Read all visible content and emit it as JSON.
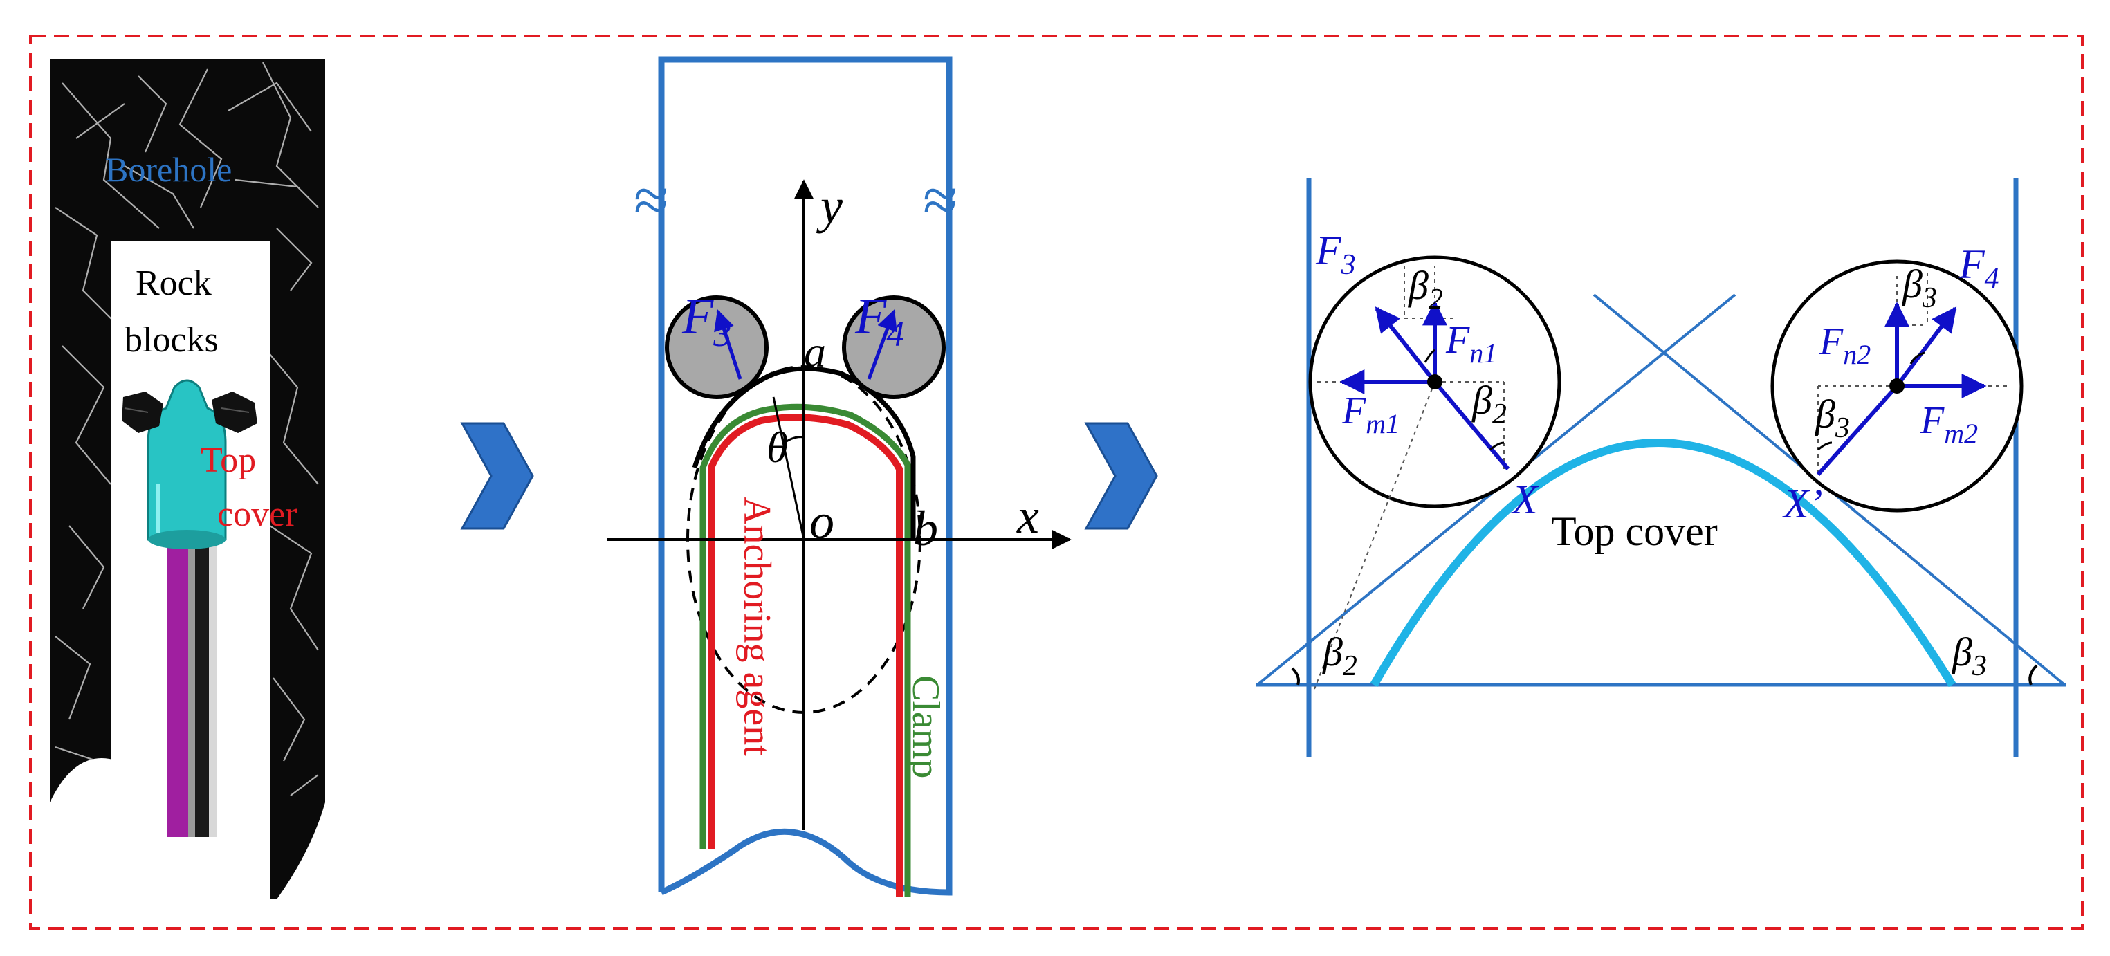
{
  "colors": {
    "frame": "#e11b22",
    "blue": "#2d74c4",
    "navy": "#1010c8",
    "red": "#e11b22",
    "green": "#3a8a34",
    "cyan": "#1fb3e6",
    "grey": "#a8a8a8",
    "arrow": "#2f72c8",
    "rock_bg": "#0a0a0a"
  },
  "panel1": {
    "borehole": "Borehole",
    "rock_blocks_1": "Rock",
    "rock_blocks_2": "blocks",
    "top_cover_1": "Top",
    "top_cover_2": "cover"
  },
  "panel2": {
    "axis_y": "y",
    "axis_x": "x",
    "origin": "o",
    "point_a": "a",
    "point_b": "b",
    "angle": "θ",
    "force_left": "F",
    "force_left_sub": "3",
    "force_right": "F",
    "force_right_sub": "4",
    "anchoring_agent": "Anchoring agent",
    "clamp": "Clamp",
    "break_mark": "≈"
  },
  "panel3": {
    "f3": "F",
    "f3_sub": "3",
    "f4": "F",
    "f4_sub": "4",
    "fn1": "F",
    "fn1_sub": "n1",
    "fm1": "F",
    "fm1_sub": "m1",
    "fn2": "F",
    "fn2_sub": "n2",
    "fm2": "F",
    "fm2_sub": "m2",
    "beta": "β",
    "beta2_sub": "2",
    "beta3_sub": "3",
    "point_x": "X",
    "point_x_prime": "X’",
    "top_cover": "Top cover"
  }
}
